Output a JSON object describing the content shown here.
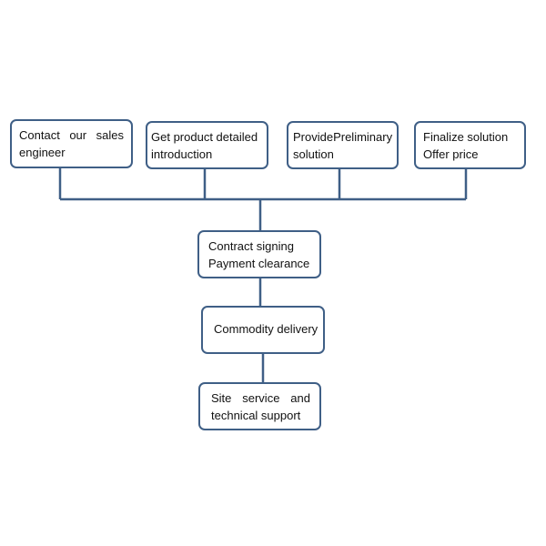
{
  "diagram": {
    "line_color": "#3f5f86",
    "nodes": {
      "contact": {
        "line1": [
          "Contact",
          "our",
          "sales"
        ],
        "line2": "engineer"
      },
      "product": {
        "line1": "Get product detailed",
        "line2": "introduction"
      },
      "preliminary": {
        "line1": [
          "Provide",
          "Preliminary"
        ],
        "line2": "solution"
      },
      "finalize": {
        "line1": "Finalize solution",
        "line2": "Offer price"
      },
      "contract": {
        "line1": "Contract signing",
        "line2": "Payment clearance"
      },
      "delivery": {
        "line1": "Commodity delivery"
      },
      "service": {
        "line1": [
          "Site",
          "service",
          "and"
        ],
        "line2": "technical support"
      }
    }
  }
}
